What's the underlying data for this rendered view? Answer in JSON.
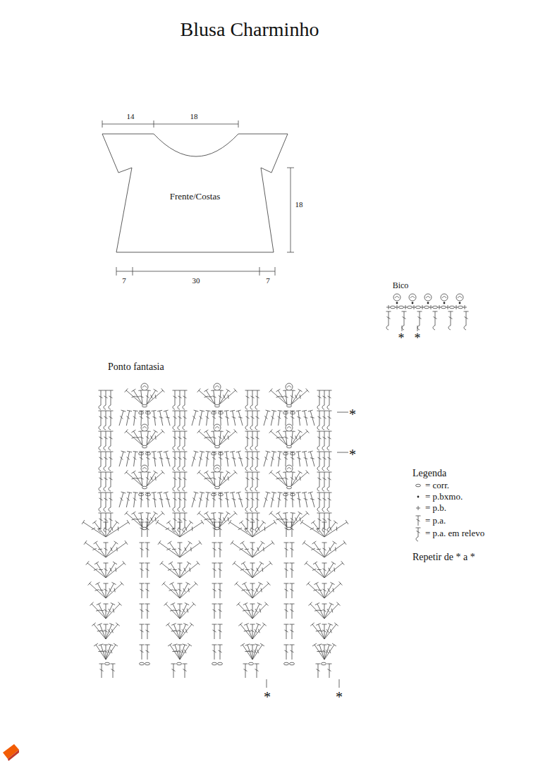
{
  "diagram": {
    "title": "Blusa Charminho",
    "nodes": [
      {
        "text": [
          "Frente/Costas"
        ]
      }
    ],
    "labels": [
      "14",
      "18",
      "18",
      "7",
      "30",
      "7",
      "Bico",
      "*",
      "*",
      "Ponto fantasia",
      "*",
      "*",
      "*",
      "*",
      "Legenda",
      "Repetir de * a *"
    ],
    "legend": [
      {
        "text": "= corr."
      },
      {
        "text": "= p.bxmo."
      },
      {
        "text": "= p.b."
      },
      {
        "text": "= p.a."
      },
      {
        "text": "= p.a. em relevo"
      }
    ]
  }
}
